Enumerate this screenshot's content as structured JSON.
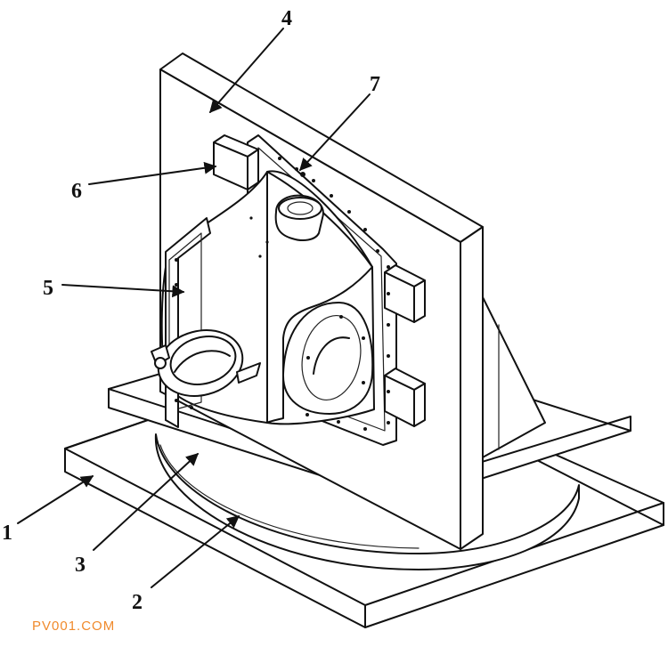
{
  "labels": [
    {
      "id": "1",
      "text": "1"
    },
    {
      "id": "2",
      "text": "2"
    },
    {
      "id": "3",
      "text": "3"
    },
    {
      "id": "4",
      "text": "4"
    },
    {
      "id": "5",
      "text": "5"
    },
    {
      "id": "6",
      "text": "6"
    },
    {
      "id": "7",
      "text": "7"
    }
  ],
  "watermark": "PV001.COM",
  "colors": {
    "line": "#111111",
    "watermark": "#f08a2c",
    "background": "#ffffff"
  }
}
